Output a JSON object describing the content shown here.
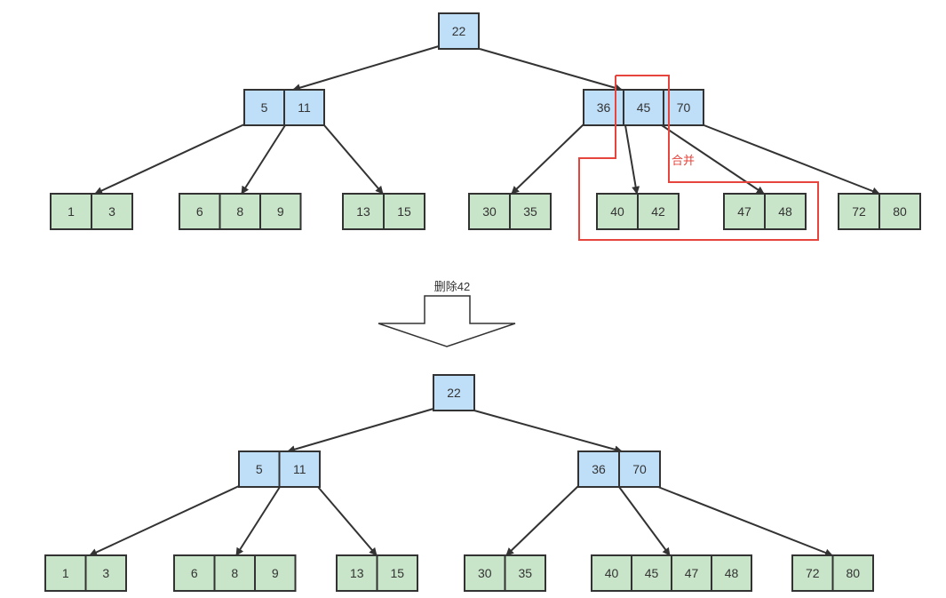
{
  "colors": {
    "internal_fill": "#bfdff9",
    "leaf_fill": "#c9e5c9",
    "stroke": "#333333",
    "highlight": "#e5453c",
    "text": "#333333"
  },
  "before_tree": {
    "root": [
      "22"
    ],
    "level1": [
      [
        "5",
        "11"
      ],
      [
        "36",
        "45",
        "70"
      ]
    ],
    "leaves": [
      [
        "1",
        "3"
      ],
      [
        "6",
        "8",
        "9"
      ],
      [
        "13",
        "15"
      ],
      [
        "30",
        "35"
      ],
      [
        "40",
        "42"
      ],
      [
        "47",
        "48"
      ],
      [
        "72",
        "80"
      ]
    ]
  },
  "merge_label": "合并",
  "operation_label": "删除42",
  "after_tree": {
    "root": [
      "22"
    ],
    "level1": [
      [
        "5",
        "11"
      ],
      [
        "36",
        "70"
      ]
    ],
    "leaves": [
      [
        "1",
        "3"
      ],
      [
        "6",
        "8",
        "9"
      ],
      [
        "13",
        "15"
      ],
      [
        "30",
        "35"
      ],
      [
        "40",
        "45",
        "47",
        "48"
      ],
      [
        "72",
        "80"
      ]
    ]
  }
}
